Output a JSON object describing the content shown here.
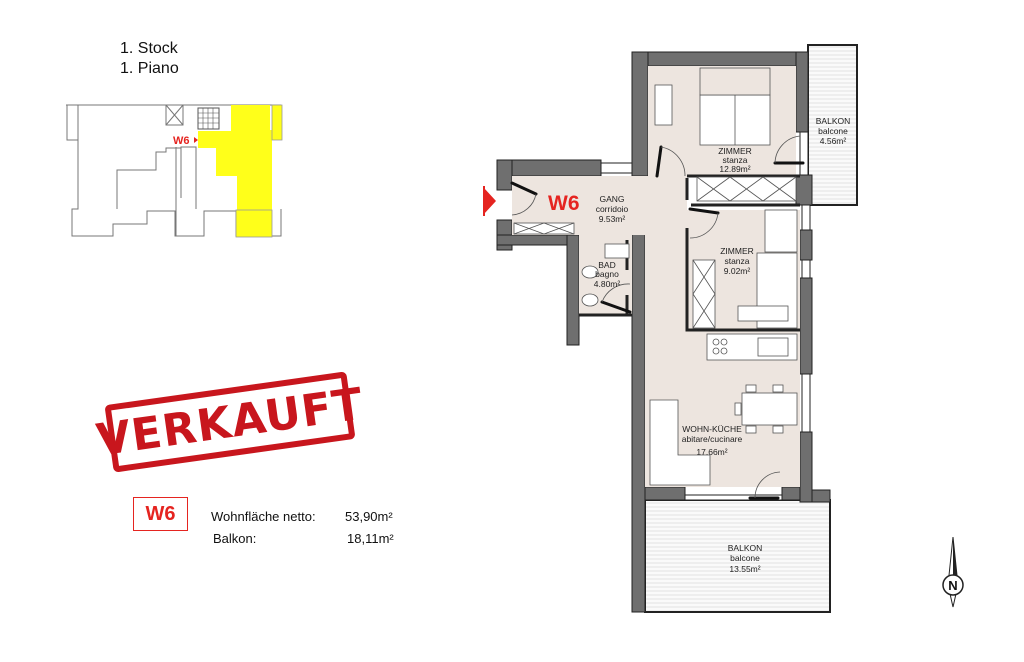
{
  "floor": {
    "de": "1. Stock",
    "it": "1. Piano"
  },
  "keyplan": {
    "unit_label": "W6",
    "highlight_color": "#ffff1a"
  },
  "stamp": {
    "text": "VERKAUFT",
    "color": "#c8161d"
  },
  "summary": {
    "unit": "W6",
    "rows": [
      {
        "label": "Wohnfläche netto:",
        "value": "53,90m²"
      },
      {
        "label": "Balkon:",
        "value": "18,11m²"
      }
    ]
  },
  "plan": {
    "unit_label": "W6",
    "floor_color": "#ede5df",
    "wall_color": "#6f6f6f",
    "rooms": [
      {
        "de": "GANG",
        "it": "corridoio",
        "area": "9.53m²"
      },
      {
        "de": "ZIMMER",
        "it": "stanza",
        "area": "12.89m²"
      },
      {
        "de": "BALKON",
        "it": "balcone",
        "area": "4.56m²"
      },
      {
        "de": "ZIMMER",
        "it": "stanza",
        "area": "9.02m²"
      },
      {
        "de": "BAD",
        "it": "bagno",
        "area": "4.80m²"
      },
      {
        "de": "WOHN-KÜCHE",
        "it": "abitare/cucinare",
        "area": "17.66m²"
      },
      {
        "de": "BALKON",
        "it": "balcone",
        "area": "13.55m²"
      }
    ]
  },
  "compass": {
    "label": "N"
  }
}
